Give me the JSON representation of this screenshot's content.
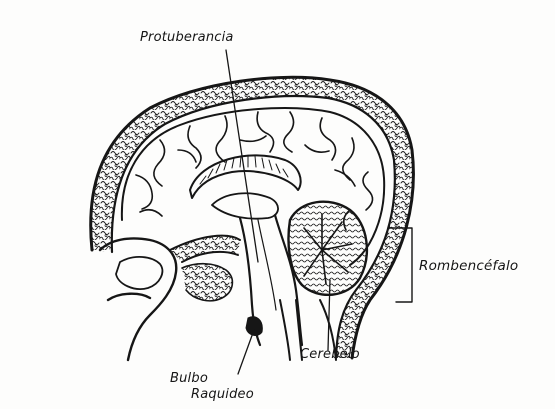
{
  "labels": {
    "protuberancia": "Protuberancia",
    "rombencefalo": "Rombencéfalo",
    "cerebelo": "Cerebelo",
    "bulbo_line1": "Bulbo",
    "bulbo_line2": "Raquideo"
  },
  "colors": {
    "ink": "#161616",
    "paper": "#fdfdfc"
  }
}
